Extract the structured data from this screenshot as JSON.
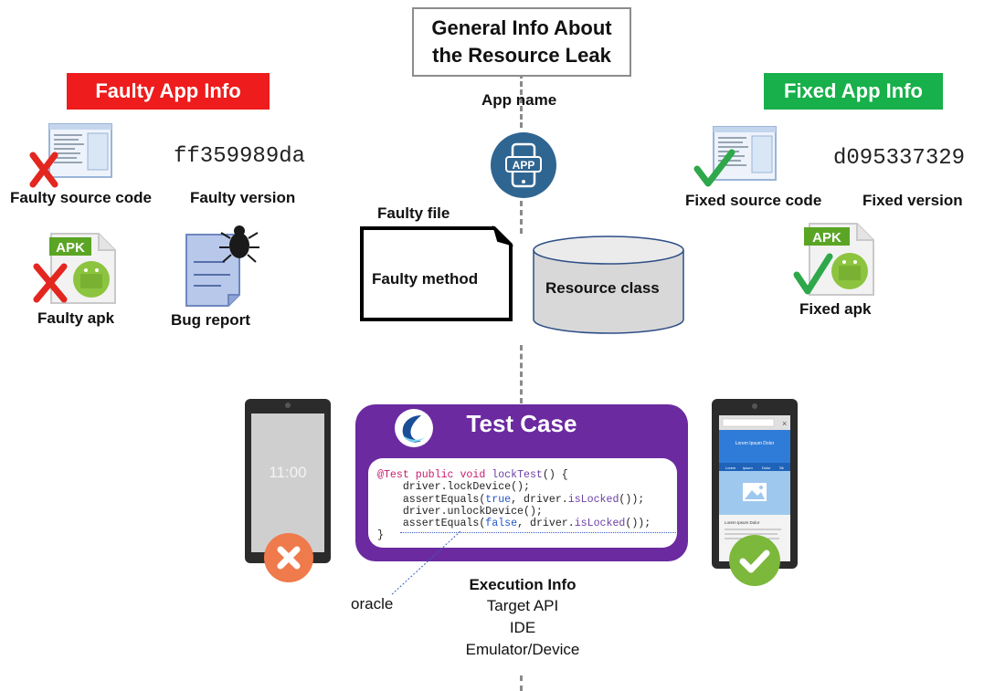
{
  "title": "General Info About the Resource Leak",
  "title_lines": [
    "General Info About",
    "the Resource Leak"
  ],
  "faulty": {
    "banner": "Faulty App Info",
    "source_code_label": "Faulty source code",
    "version_value": "ff359989da",
    "version_label": "Faulty version",
    "apk_label": "Faulty apk",
    "apk_icon_text": "APK",
    "bug_report_label": "Bug report",
    "color": "#ee1c1c"
  },
  "fixed": {
    "banner": "Fixed App Info",
    "source_code_label": "Fixed source code",
    "version_value": "d095337329",
    "version_label": "Fixed version",
    "apk_label": "Fixed apk",
    "apk_icon_text": "APK",
    "color": "#17b04a"
  },
  "center": {
    "app_name_label": "App name",
    "app_icon_text": "APP",
    "faulty_file_label": "Faulty file",
    "faulty_method_label": "Faulty method",
    "resource_class_label": "Resource class"
  },
  "test_case": {
    "title": "Test Case",
    "code_lines": [
      "@Test public void lockTest() {",
      "    driver.lockDevice();",
      "    assertEquals(true, driver.isLocked());",
      "    driver.unlockDevice();",
      "    assertEquals(false, driver.isLocked());",
      "}"
    ],
    "oracle_label": "oracle",
    "card_color": "#6b2aa0"
  },
  "phones": {
    "left_clock": "11:00",
    "right_header": "Lorem Ipsum Dolor",
    "right_tabs": [
      "Lorem",
      "ipsum",
      "Dolor",
      "Sit"
    ],
    "right_body_title": "Lorem Ipsum Dolor"
  },
  "execution": {
    "heading": "Execution Info",
    "items": [
      "Target API",
      "IDE",
      "Emulator/Device"
    ]
  }
}
